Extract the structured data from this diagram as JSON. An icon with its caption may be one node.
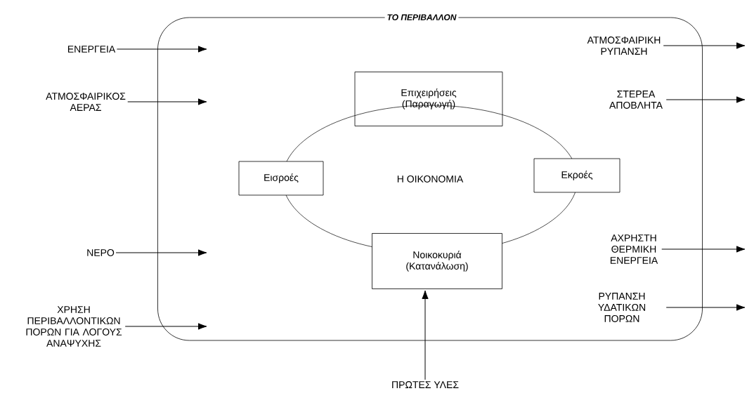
{
  "diagram": {
    "nodes": [
      {
        "text": [
          "ΤΟ ΠΕΡΙΒΑΛΛΟΝ"
        ]
      },
      {
        "text": [
          "ΕΝΕΡΓΕΙΑ"
        ]
      },
      {
        "text": [
          "ΑΤΜΟΣΦΑΙΡΙΚΟΣ ΑΕΡΑΣ"
        ]
      },
      {
        "text": [
          "ΝΕΡΟ"
        ]
      },
      {
        "text": [
          "ΧΡΗΣΗ ΠΕΡΙΒΑΛΛΟΝΤΙΚΩΝ ΠΟΡΩΝ ΓΙΑ ΛΟΓΟΥΣ ΑΝΑΨΥΧΗΣ"
        ]
      },
      {
        "text": [
          "Επιχειρήσεις (Παραγωγή)"
        ],
        "in": 0
      },
      {
        "text": [
          "Η ΟΙΚΟΝΟΜΙΑ"
        ],
        "in": 0
      },
      {
        "text": [
          "Εισροές"
        ],
        "in": 0
      },
      {
        "text": [
          "Εκροές"
        ],
        "in": 0
      },
      {
        "text": [
          "Νοικοκυριά (Κατανάλωση)"
        ],
        "in": 0
      },
      {
        "text": [
          "ΑΤΜΟΣΦΑΙΡΙΚΗ ΡΥΠΑΝΣΗ"
        ],
        "in": 0
      },
      {
        "text": [
          "ΣΤΕΡΕΑ ΑΠΟΒΛΗΤΑ"
        ],
        "in": 0
      },
      {
        "text": [
          "ΑΧΡΗΣΤΗ ΘΕΡΜΙΚΗ ΕΝΕΡΓΕΙΑ"
        ],
        "in": 0
      },
      {
        "text": [
          "ΡΥΠΑΝΣΗ ΥΔΑΤΙΚΩΝ ΠΟΡΩΝ"
        ],
        "in": 0
      },
      {
        "text": [
          "ΠΡΩΤΕΣ ΥΛΕΣ"
        ]
      }
    ],
    "edges": [
      {
        "from": 1,
        "to": null,
        "arrow": "to"
      },
      {
        "from": 2,
        "to": null,
        "arrow": "to"
      },
      {
        "from": 3,
        "to": null,
        "arrow": "to"
      },
      {
        "from": 4,
        "to": null,
        "arrow": "to"
      },
      {
        "from": 10,
        "to": null,
        "arrow": "to"
      },
      {
        "from": 11,
        "to": null,
        "arrow": "to"
      },
      {
        "from": 12,
        "to": null,
        "arrow": "to"
      },
      {
        "from": 13,
        "to": null,
        "arrow": "to"
      },
      {
        "from": 14,
        "to": 9,
        "arrow": "to"
      }
    ]
  }
}
